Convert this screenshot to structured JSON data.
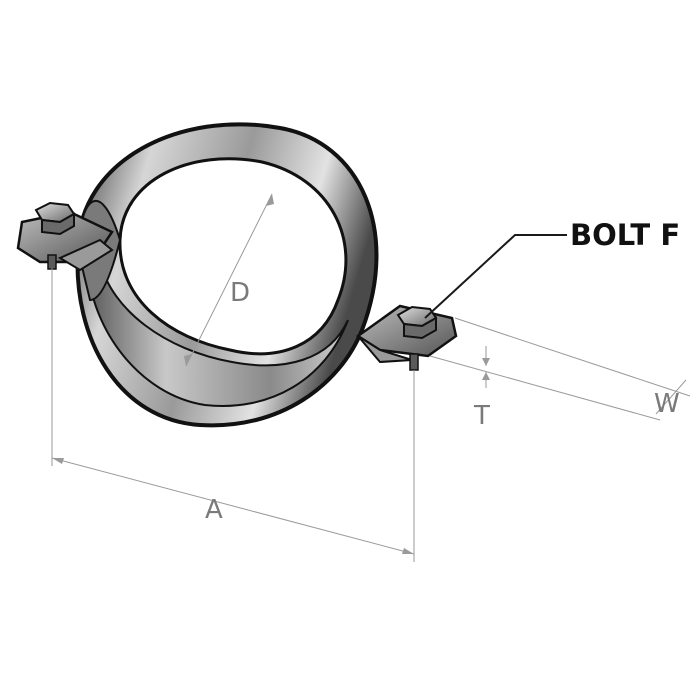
{
  "labels": {
    "bolt": "BOLT F",
    "diameter": "D",
    "width_a": "A",
    "thickness": "T",
    "width_w": "W"
  },
  "colors": {
    "band_light": "#d8d8d8",
    "band_mid": "#8c8c8c",
    "band_dark": "#2a2a2a",
    "outline": "#111111",
    "dimension": "#9a9a9a",
    "background": "#ffffff"
  },
  "icons": {
    "bolt": "hex-bolt-icon",
    "clamp": "pipe-clamp-icon"
  }
}
